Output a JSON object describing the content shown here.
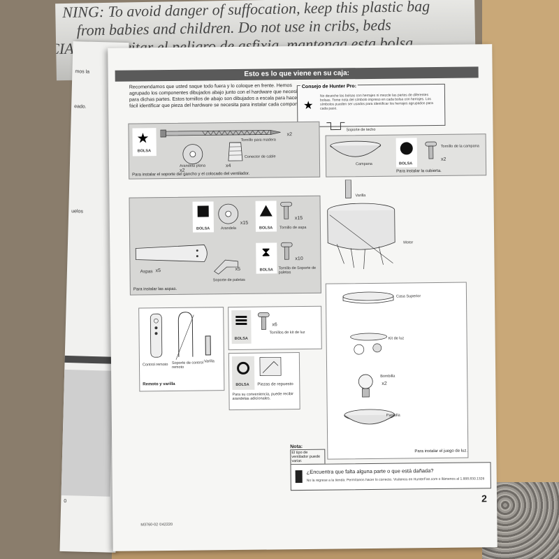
{
  "page": {
    "header": "Esto es lo que viene en su caja:",
    "intro": "Recomendamos que usted saque todo fuera y lo coloque en frente. Hemos agrupado los componentes dibujados abajo junto con el hardware que necesitará para dichas partes. Estos tornillos de abajo son dibujados a escala para hacer más fácil identificar que pieza del hardware se necesita para instalar cada componente.",
    "tip": {
      "title": "Consejo de Hunter Pro:",
      "body": "No deseche las bolsas con herrajes ni mezcle las partes de diferentes bolsas. Tome nota del símbolo impreso en cada bolsa con herrajes. Los símbolos pueden ser usados para identificar los herrajes agrupados para cada paso."
    },
    "panel1": {
      "bag": "BOLSA",
      "screw": "Tornillo para madera",
      "screw_qty": "x2",
      "washer": "Arandela plana",
      "washer_qty": "x2",
      "connector": "Conector de cable",
      "connector_qty": "x4",
      "footer": "Para instalar el soporte del gancho y el colocado del ventilador."
    },
    "canopy": {
      "bracket": "Soporte de techo",
      "canopy": "Campana",
      "bag": "BOLSA",
      "screw": "Tornillo de la campana",
      "qty": "x2",
      "footer": "Para instalar la cubierta."
    },
    "downrod": "Varilla",
    "panel2": {
      "bag1": "BOLSA",
      "washer": "Arandela",
      "washer_qty": "x15",
      "bag2": "BOLSA",
      "screw": "Tornillo de aspa",
      "screw_qty": "x15",
      "blades": "Aspas",
      "blades_qty": "x5",
      "brackets": "Soporte de paletas",
      "brackets_qty": "x5",
      "bag3": "BOLSA",
      "bscrew": "Tornillo de Soporte de paletas",
      "bscrew_qty": "x10",
      "footer": "Para instalar las aspas."
    },
    "motor": "Motor",
    "panel3": {
      "control": "Control remoto",
      "holder": "Soporte de control remoto",
      "wand": "Varilla",
      "footer": "Remoto y varilla"
    },
    "panel4": {
      "bag": "BOLSA",
      "screw": "Tornillos de kit de luz",
      "qty": "x6"
    },
    "panel5": {
      "bag": "BOLSA",
      "spare": "Piezas de repuesto",
      "footer": "Para su conveniencia, puede recibir arandelas adicionales."
    },
    "light": {
      "housing": "Casa Superior",
      "kit": "Kit de luz",
      "bulb": "Bombilla",
      "bulb_qty": "x2",
      "shade": "Pantalla",
      "footer": "Para instalar el juego de luz."
    },
    "note": {
      "title": "Nota:",
      "body": "El tipo de ventilador puede variar."
    },
    "missing": {
      "question": "¿Encuentra que falta alguna parte o que está dañada?",
      "sub": "No la regrese a la tienda. Permítanos hacer lo correcto. Visítenos en HunterFan.com o llámenos al 1.888.830.1326"
    },
    "page_number": "2",
    "doc_code": "M3760-02 ©42220"
  },
  "left_page": {
    "frag1": "mos la",
    "frag2": "eado.",
    "frag3": "uelos",
    "frag4": "0"
  },
  "colors": {
    "header_bar": "#5a5a5a",
    "panel_bg": "#d7d7d5",
    "paper": "#f6f6f4",
    "cardboard": "#c9a878"
  },
  "icons": [
    "star-icon",
    "square-icon",
    "triangle-icon",
    "hourglass-icon",
    "stripes-icon",
    "ring-icon",
    "circle-icon"
  ]
}
